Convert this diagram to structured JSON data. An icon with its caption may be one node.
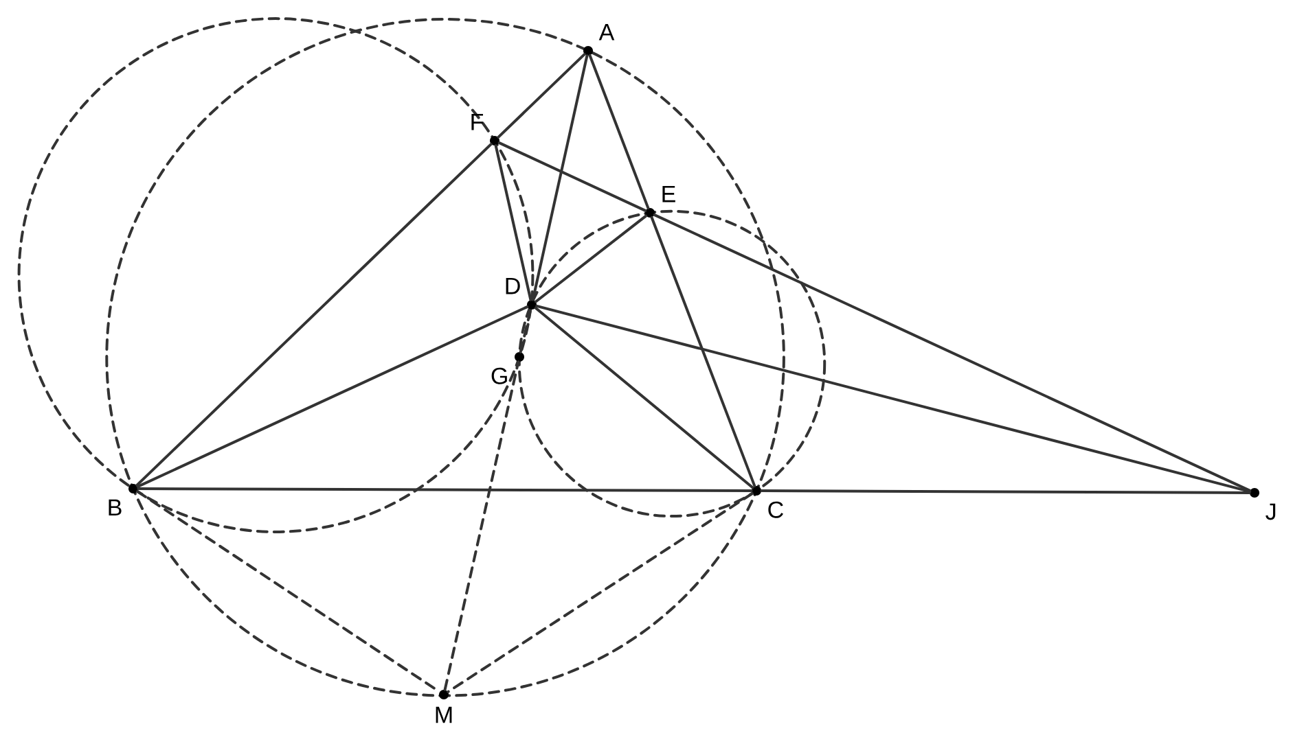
{
  "diagram": {
    "nodes": [
      {
        "text": [
          "A"
        ]
      },
      {
        "text": [
          "F"
        ]
      },
      {
        "text": [
          "E"
        ]
      },
      {
        "text": [
          "D"
        ]
      },
      {
        "text": [
          "G"
        ]
      },
      {
        "text": [
          "B"
        ]
      },
      {
        "text": [
          "C"
        ]
      },
      {
        "text": [
          "J"
        ]
      },
      {
        "text": [
          "M"
        ]
      }
    ],
    "edges": [
      {
        "from": 0,
        "to": 1,
        "arrow": "none"
      },
      {
        "from": 1,
        "to": 5,
        "arrow": "none"
      },
      {
        "from": 0,
        "to": 2,
        "arrow": "none"
      },
      {
        "from": 2,
        "to": 6,
        "arrow": "none"
      },
      {
        "from": 0,
        "to": 3,
        "arrow": "none"
      },
      {
        "from": 1,
        "to": 3,
        "arrow": "none"
      },
      {
        "from": 1,
        "to": 2,
        "arrow": "none"
      },
      {
        "from": 2,
        "to": 7,
        "arrow": "none"
      },
      {
        "from": 3,
        "to": 2,
        "arrow": "none"
      },
      {
        "from": 3,
        "to": 5,
        "arrow": "none"
      },
      {
        "from": 3,
        "to": 6,
        "arrow": "none"
      },
      {
        "from": 3,
        "to": 7,
        "arrow": "none"
      },
      {
        "from": 5,
        "to": 6,
        "arrow": "none"
      },
      {
        "from": 6,
        "to": 7,
        "arrow": "none"
      },
      {
        "from": 5,
        "to": 8,
        "arrow": "none",
        "style": "dashed"
      },
      {
        "from": 6,
        "to": 8,
        "arrow": "none",
        "style": "dashed"
      },
      {
        "from": 8,
        "to": 4,
        "arrow": "none",
        "style": "dashed"
      },
      {
        "from": 4,
        "to": 3,
        "arrow": "none",
        "style": "dashed"
      }
    ]
  }
}
